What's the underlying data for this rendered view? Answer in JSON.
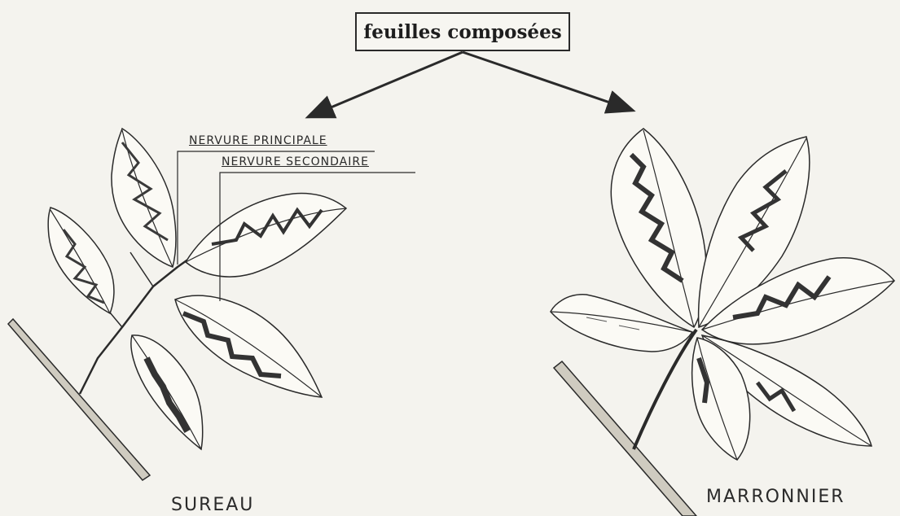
{
  "title": "feuilles composées",
  "labels": {
    "main_vein": "NERVURE PRINCIPALE",
    "secondary_vein": "NERVURE SECONDAIRE"
  },
  "plants": {
    "left": "SUREAU",
    "right": "MARRONNIER"
  }
}
